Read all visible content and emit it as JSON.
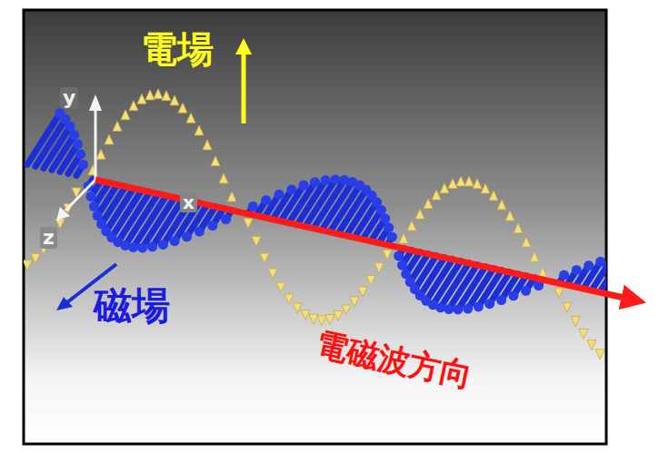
{
  "diagram": {
    "labels": [
      "電場",
      "磁場",
      "電磁波方向",
      "y",
      "z",
      "x"
    ]
  }
}
